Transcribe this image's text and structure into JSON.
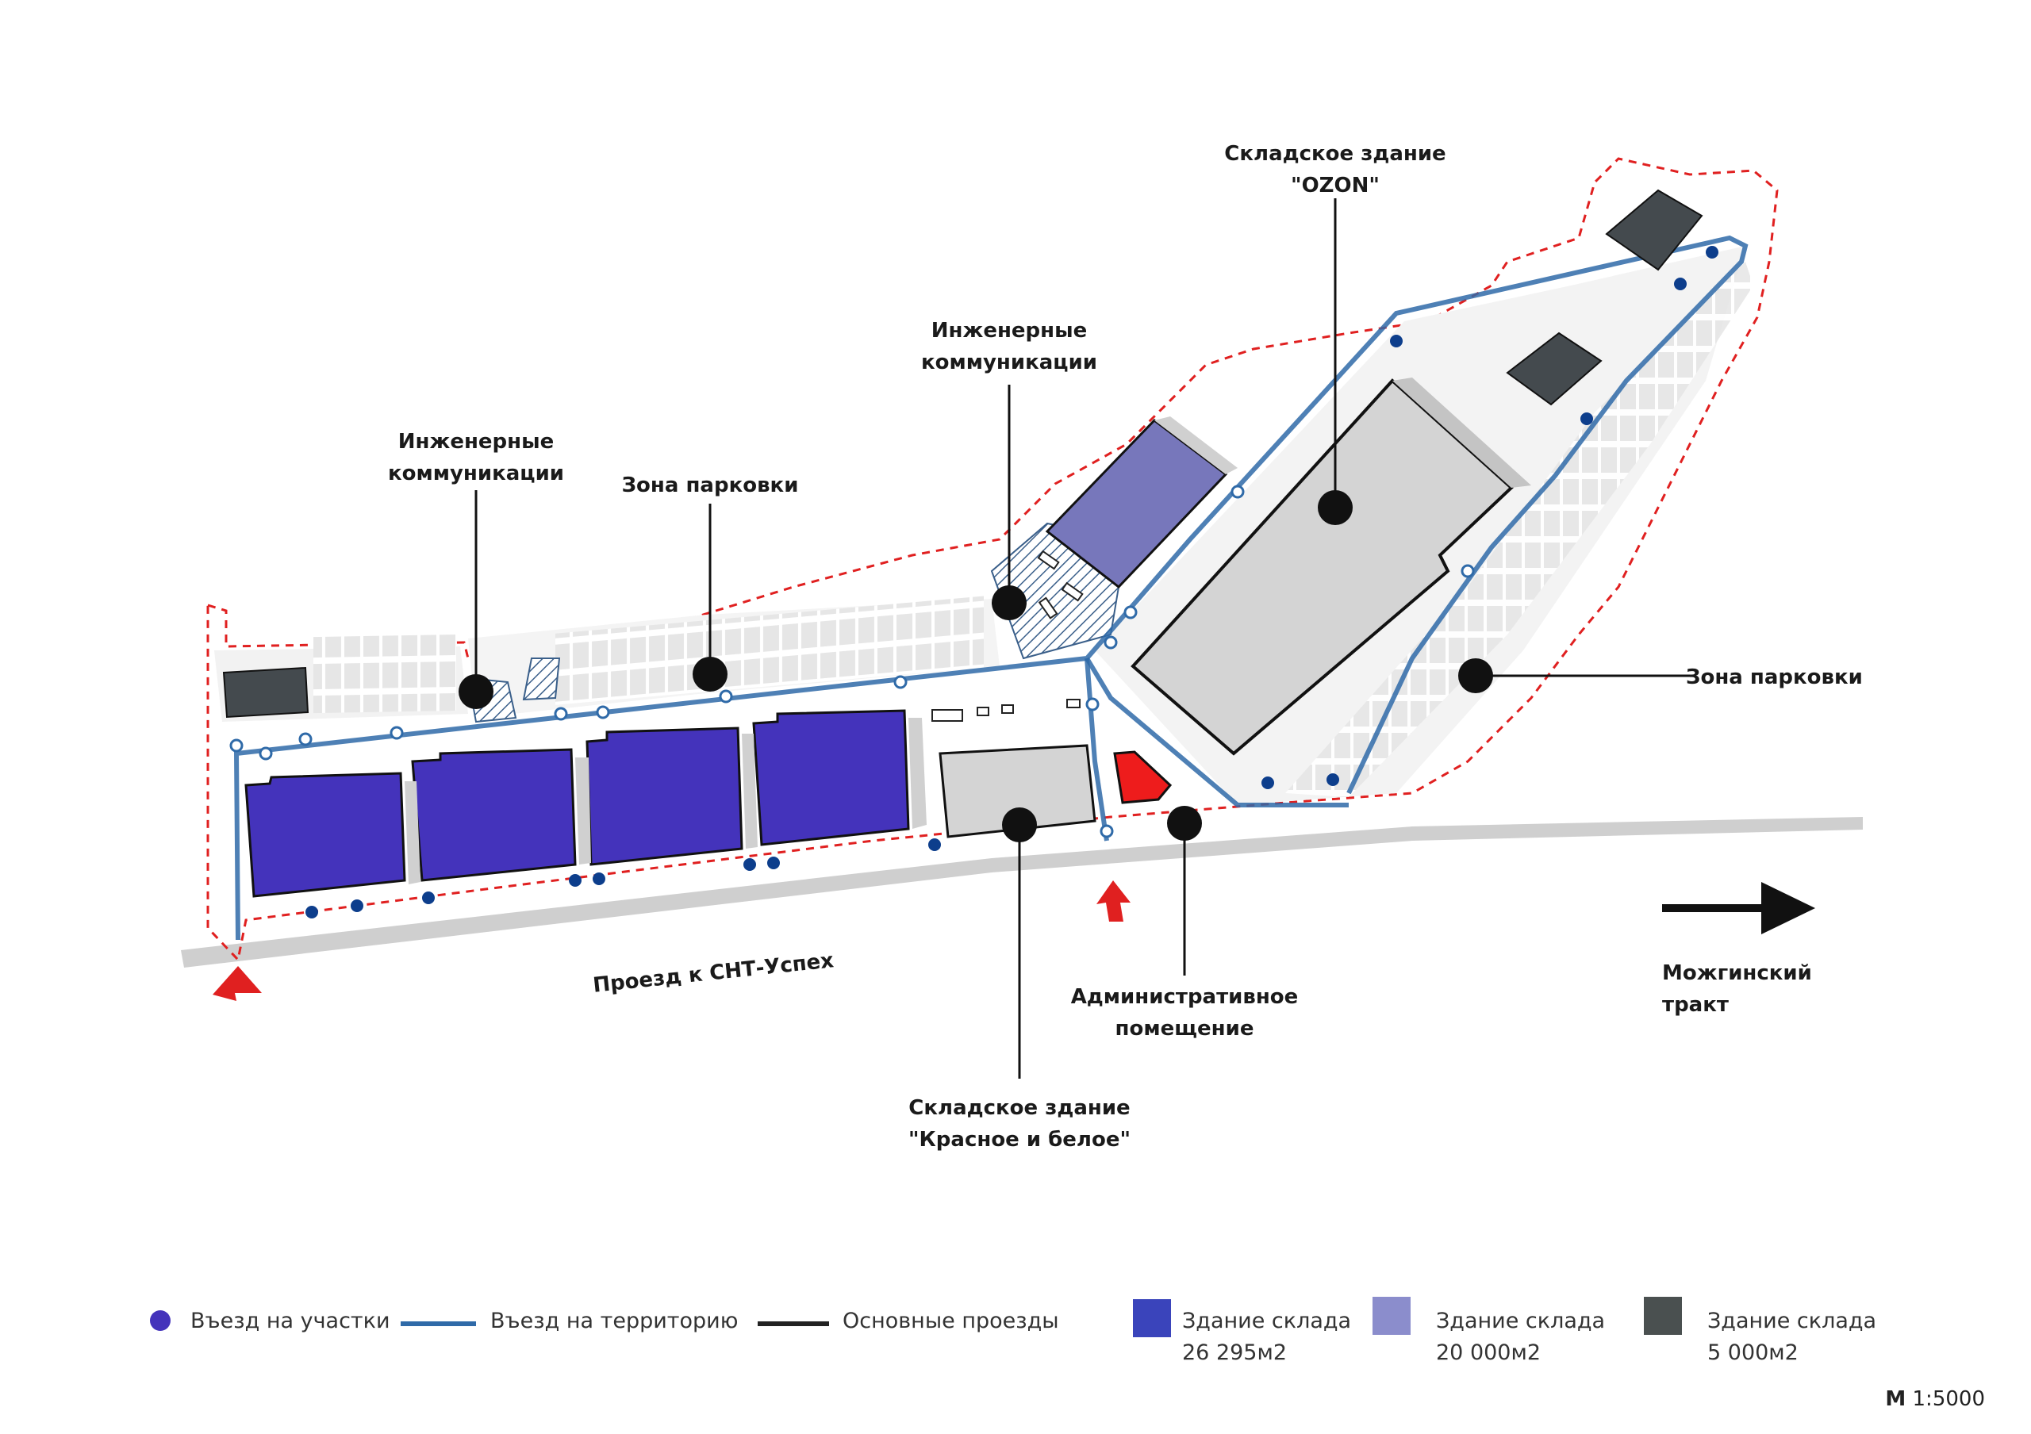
{
  "labels": {
    "ozon_line1": "Складское здание",
    "ozon_line2": "\"OZON\"",
    "eng_top_line1": "Инженерные",
    "eng_top_line2": "коммуникации",
    "eng_left_line1": "Инженерные",
    "eng_left_line2": "коммуникации",
    "parking_left": "Зона парковки",
    "parking_right": "Зона парковки",
    "admin_line1": "Административное",
    "admin_line2": "помещение",
    "kb_line1": "Складское здание",
    "kb_line2": "\"Красное и белое\"",
    "road_label": "Проезд к СНТ-Успех",
    "direction_line1": "Можгинский",
    "direction_line2": "тракт"
  },
  "legend": {
    "entry_plots": "Въезд на участки",
    "entry_territory": "Въезд на территорию",
    "main_roads": "Основные проезды",
    "bld1_line1": "Здание склада",
    "bld1_line2": "26 295м2",
    "bld2_line1": "Здание склада",
    "bld2_line2": "20 000м2",
    "bld3_line1": "Здание склада",
    "bld3_line2": "5 000м2"
  },
  "scale": {
    "prefix": "М",
    "value": "1:5000"
  },
  "colors": {
    "warehouse_large": "#4433bb",
    "warehouse_medium": "#7777bb",
    "warehouse_small": "#444a4e",
    "boundary": "#e02020",
    "entry_route": "#2f6aa8",
    "entry_dot": "#0d3e8c",
    "grey_building": "#d4d4d4",
    "admin": "#ee1c1c",
    "road": "#cfcfcf"
  }
}
